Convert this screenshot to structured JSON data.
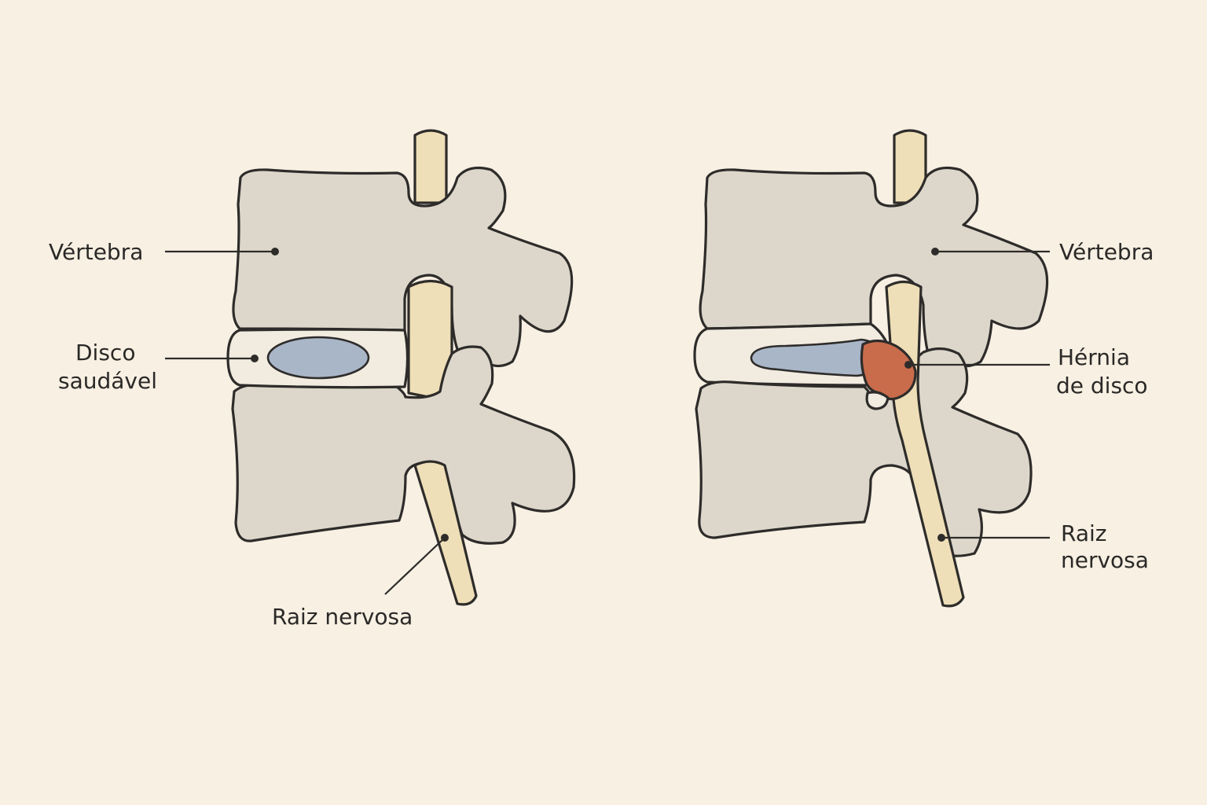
{
  "left_diagram": {
    "vertebra_label": "Vértebra",
    "disc_label_line1": "Disco",
    "disc_label_line2": "saudável",
    "nerve_label": "Raiz nervosa"
  },
  "right_diagram": {
    "vertebra_label": "Vértebra",
    "hernia_label_line1": "Hérnia",
    "hernia_label_line2": "de disco",
    "nerve_label_line1": "Raiz",
    "nerve_label_line2": "nervosa"
  },
  "colors": {
    "background": "#f7f0e3",
    "bone": "#ddd7cb",
    "disc": "#f1ebe0",
    "nucleus": "#a9b6c8",
    "nerve": "#eedfb8",
    "hernia": "#c96c4c",
    "outline": "#2e2c2a"
  }
}
